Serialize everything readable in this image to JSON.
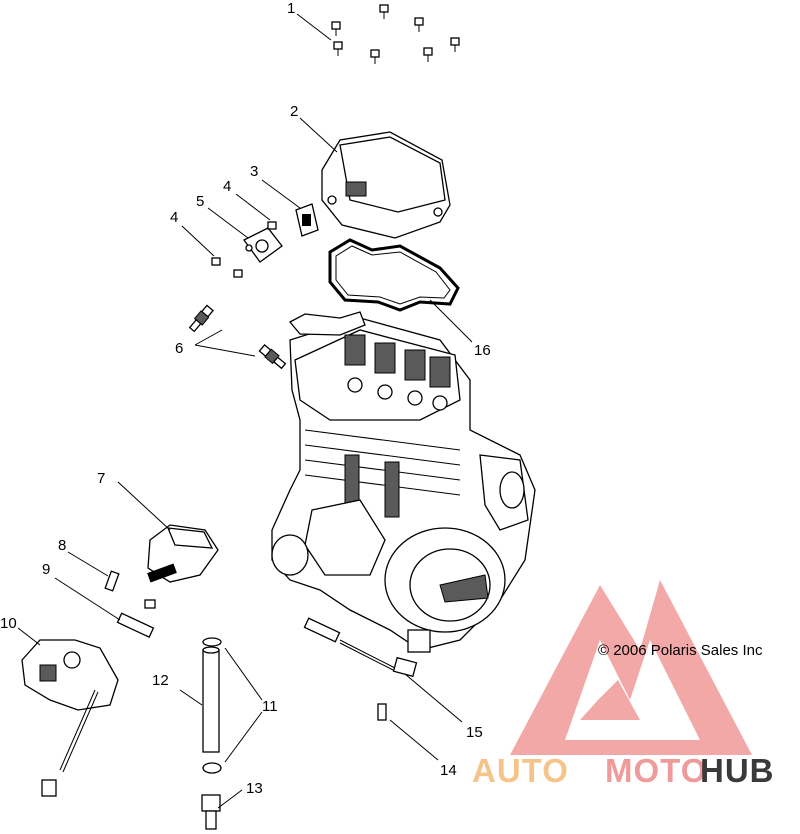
{
  "diagram": {
    "callouts": {
      "c1": "1",
      "c2": "2",
      "c3": "3",
      "c4a": "4",
      "c4b": "4",
      "c5": "5",
      "c6": "6",
      "c7": "7",
      "c8": "8",
      "c9": "9",
      "c10": "10",
      "c11": "11",
      "c12": "12",
      "c13": "13",
      "c14": "14",
      "c15": "15",
      "c16": "16"
    },
    "copyright": "© 2006 Polaris Sales Inc"
  },
  "watermark": {
    "auto": "AUTO",
    "moto": "MOTO",
    "hub": "HUB",
    "colors": {
      "auto": "#f5c48a",
      "moto": "#ef9b9b",
      "hub": "#3a3a3a",
      "triangle": "#f08c8c"
    }
  }
}
